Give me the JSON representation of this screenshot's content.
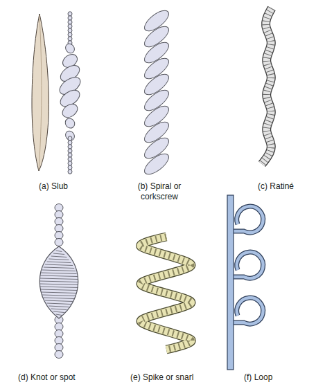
{
  "diagram": {
    "labels": [
      "(a) Slub",
      "(b) Spiral or corkscrew",
      "(c) Ratiné",
      "(d) Knot or spot",
      "(e) Spike or snarl",
      "(f) Loop"
    ]
  }
}
